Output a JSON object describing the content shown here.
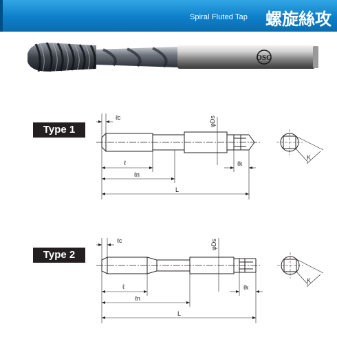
{
  "header": {
    "subtitle": "Spiral Fluted Tap",
    "title": "螺旋絲攻",
    "color": "#0d7fc9"
  },
  "product": {
    "brand_mark": "OSG"
  },
  "drawings": [
    {
      "label": "Type 1",
      "dims": {
        "lc": "ℓc",
        "ds": "φDs",
        "l": "ℓ",
        "ln": "ℓn",
        "L": "L",
        "lk": "ℓk",
        "K": "K"
      }
    },
    {
      "label": "Type 2",
      "dims": {
        "lc": "ℓc",
        "ds": "φDs",
        "l": "ℓ",
        "ln": "ℓn",
        "L": "L",
        "lk": "ℓk",
        "K": "K"
      }
    }
  ]
}
